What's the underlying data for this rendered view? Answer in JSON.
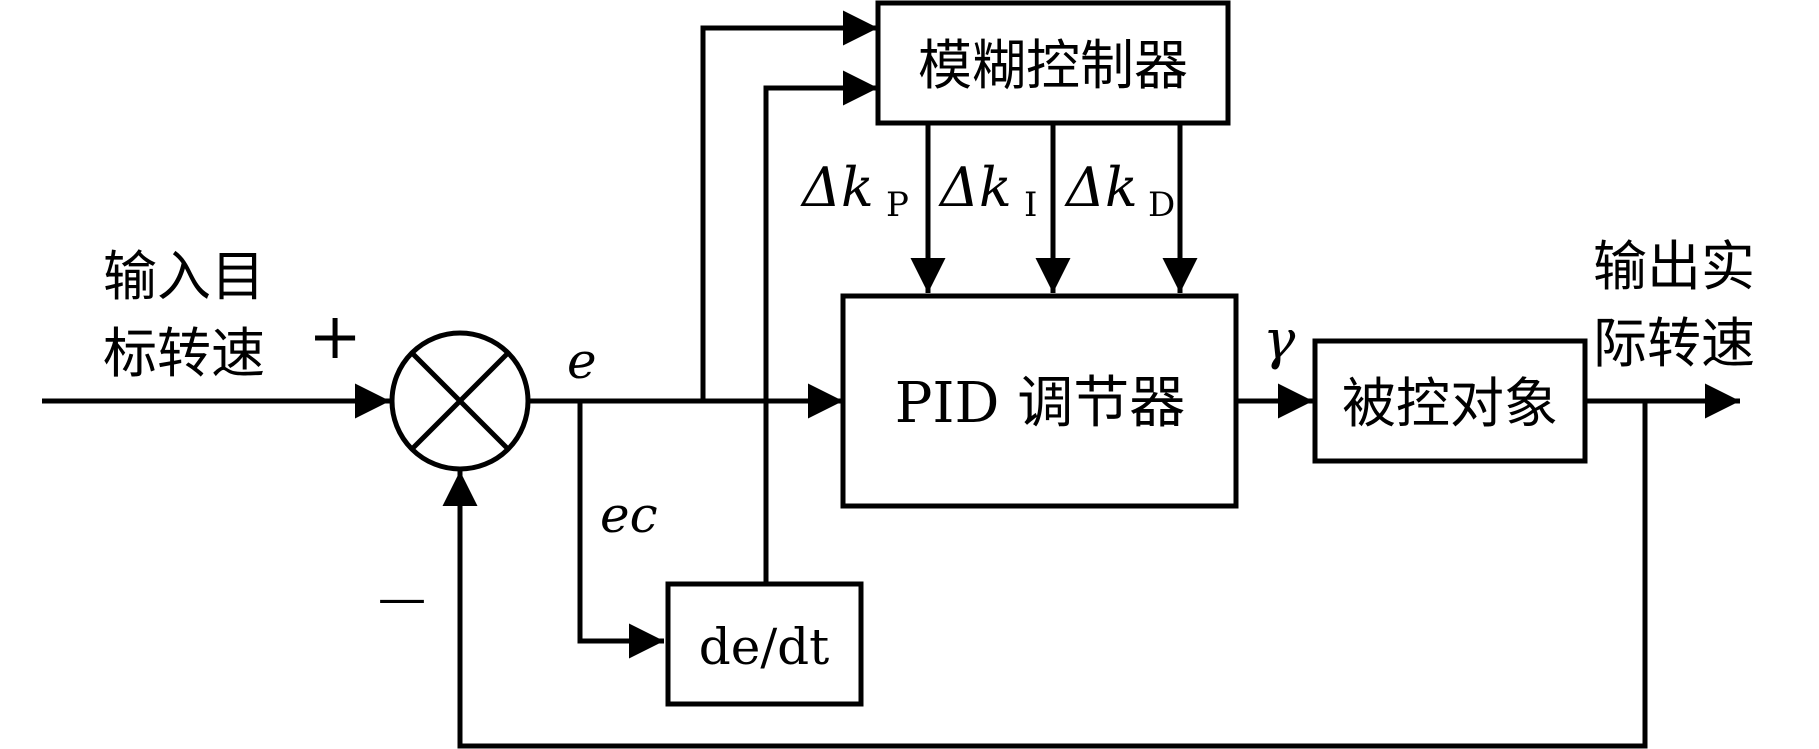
{
  "diagram": {
    "input_label": {
      "line1": "输入目",
      "line2": "标转速"
    },
    "output_label": {
      "line1": "输出实",
      "line2": "际转速"
    },
    "plus_sign": "+",
    "minus_sign": "—",
    "error_label": "e",
    "error_rate_label": "ec",
    "gamma_label": "γ",
    "blocks": {
      "fuzzy": "模糊控制器",
      "pid": "PID 调节器",
      "plant": "被控对象",
      "derivative": "de/dt"
    },
    "deltas": [
      {
        "symbol": "Δk",
        "sub": "P"
      },
      {
        "symbol": "Δk",
        "sub": "I"
      },
      {
        "symbol": "Δk",
        "sub": "D"
      }
    ]
  }
}
